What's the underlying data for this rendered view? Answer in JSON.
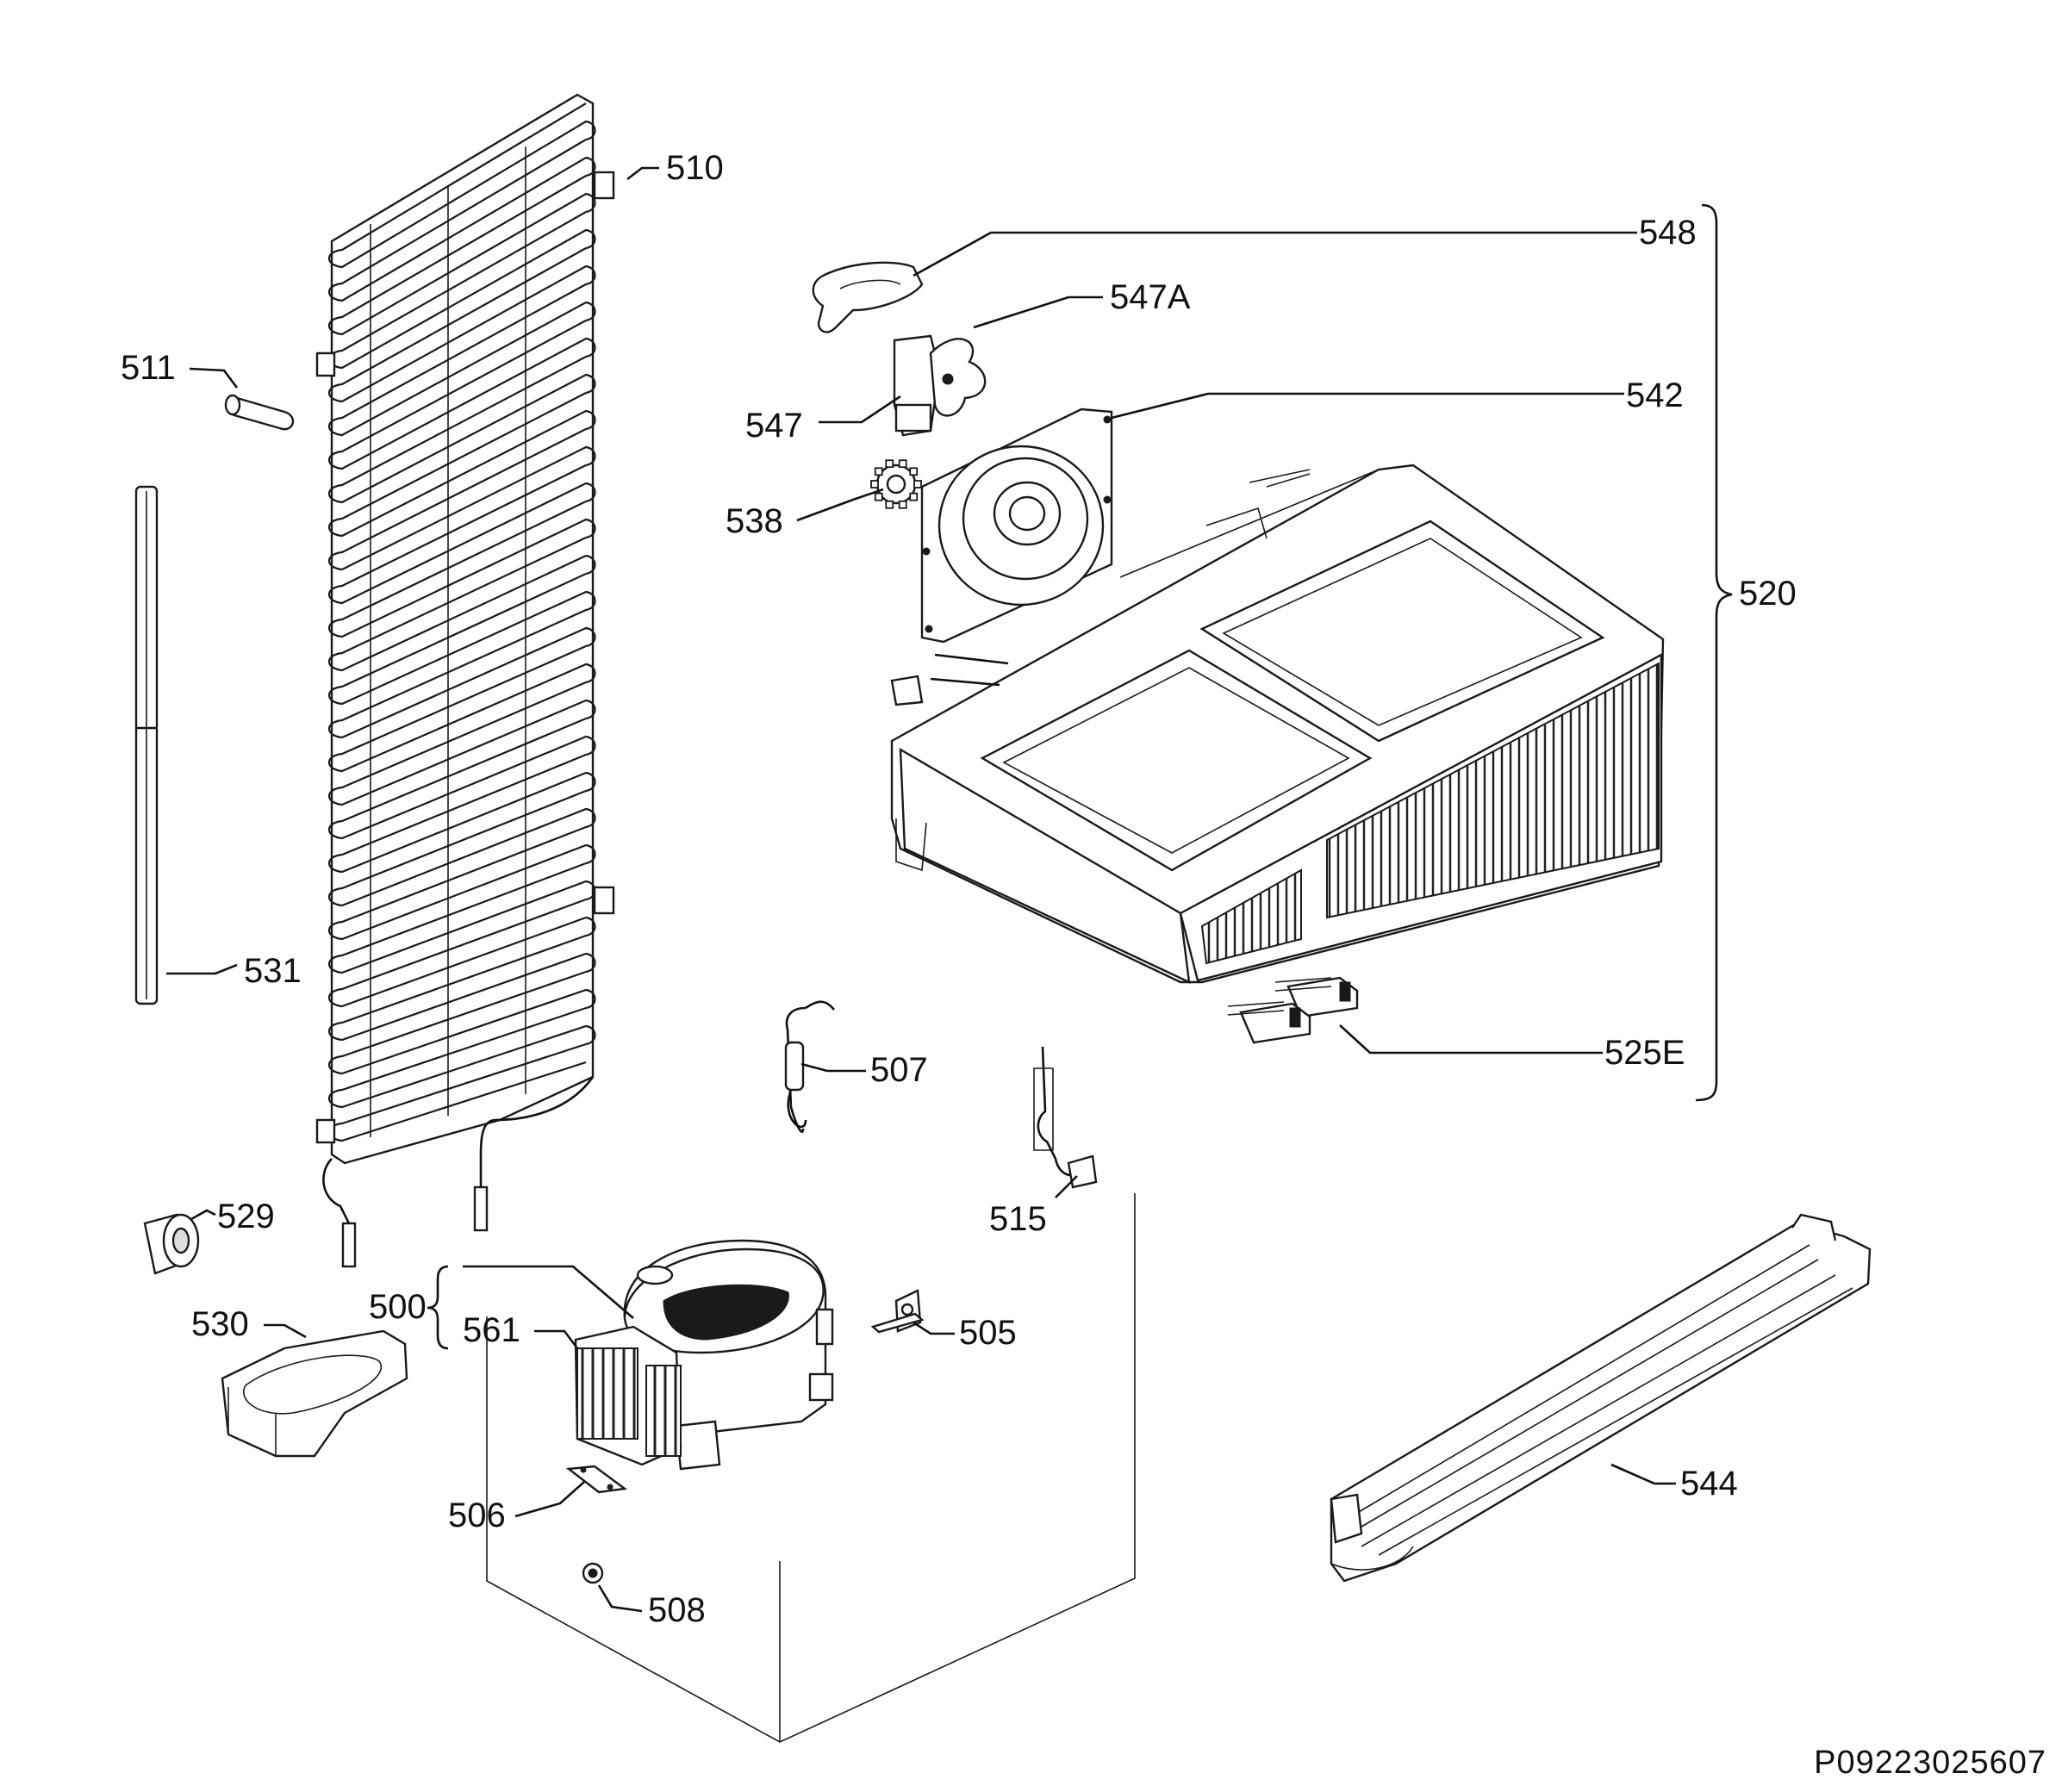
{
  "drawing_number": "P09223025607",
  "callouts": {
    "c510": "510",
    "c511": "511",
    "c531": "531",
    "c529": "529",
    "c530": "530",
    "c500": "500",
    "c561": "561",
    "c506": "506",
    "c508": "508",
    "c505": "505",
    "c507": "507",
    "c515": "515",
    "c548": "548",
    "c547A": "547A",
    "c547": "547",
    "c542": "542",
    "c538": "538",
    "c520": "520",
    "c525E": "525E",
    "c544": "544"
  }
}
